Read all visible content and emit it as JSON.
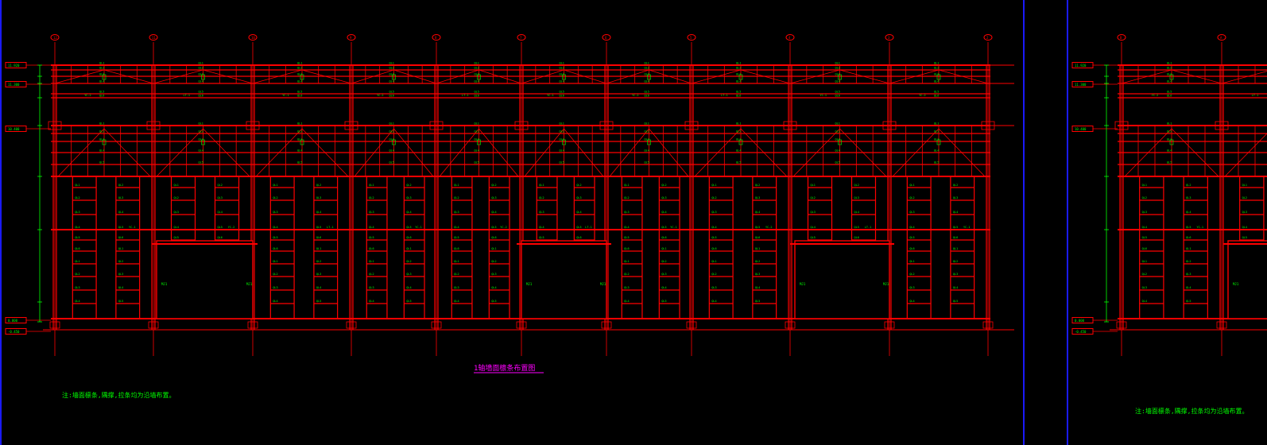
{
  "drawing": {
    "background": "#000000",
    "frame_color": "#1a1aff",
    "structure_color": "#ff0000",
    "annotation_color": "#00ff00",
    "title_color": "#ff00ff",
    "axis_bubble_color": "#ff0000"
  },
  "main_view": {
    "title": "1轴墙面檩条布置图",
    "note": "注:墙面檩条,隅撑,拉条均为沿墙布置。",
    "level_tags": [
      "11.920",
      "11.300",
      "10.400",
      "0.000",
      "-0.450"
    ],
    "bay_labels": [
      "12",
      "11",
      "10",
      "9",
      "8",
      "7",
      "6",
      "5",
      "4",
      "3",
      "2"
    ],
    "purlin_tags": [
      "QL1",
      "QL2",
      "QL3",
      "QL4",
      "QL5",
      "QL6"
    ],
    "bracing_tags": [
      "YC-1",
      "YC-2",
      "LT-1"
    ],
    "door_tag": "MJ1"
  },
  "side_view": {
    "note": "注:墙面檩条,隅撑,拉条均为沿墙布置。",
    "level_tags": [
      "11.920",
      "11.300",
      "10.400",
      "0.000",
      "-0.450"
    ],
    "bay_labels": [
      "B",
      "A"
    ]
  }
}
